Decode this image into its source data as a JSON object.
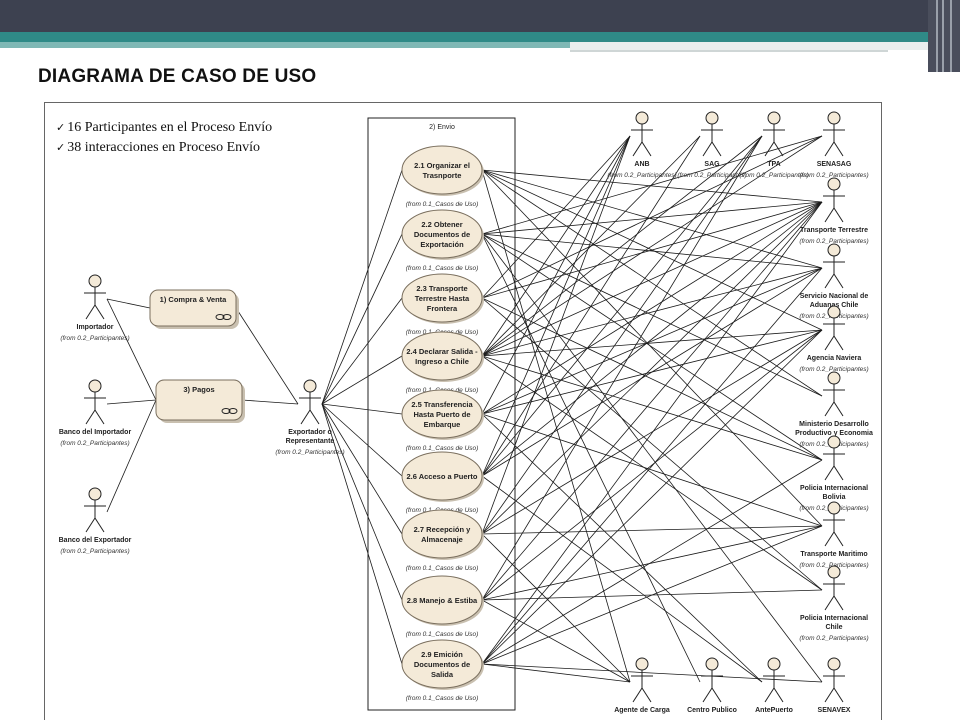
{
  "title": "DIAGRAMA DE CASO DE USO",
  "bullets": [
    "16 Participantes en el Proceso Envío",
    "38 interacciones en Proceso Envío"
  ],
  "boundary_label": "2) Envio",
  "left_usecases": [
    {
      "id": "uc1",
      "label": "1) Compra & Venta"
    },
    {
      "id": "uc3",
      "label": "3) Pagos"
    }
  ],
  "usecases": [
    {
      "id": "e1",
      "lines": [
        "2.1 Organizar el",
        "Trasnporte"
      ],
      "from": "(from 0.1_Casos de Uso)"
    },
    {
      "id": "e2",
      "lines": [
        "2.2 Obtener",
        "Documentos de",
        "Exportación"
      ],
      "from": "(from 0.1_Casos de Uso)"
    },
    {
      "id": "e3",
      "lines": [
        "2.3 Transporte",
        "Terrestre Hasta",
        "Frontera"
      ],
      "from": "(from 0.1_Casos de Uso)"
    },
    {
      "id": "e4",
      "lines": [
        "2.4 Declarar Salida -",
        "Ingreso a Chile"
      ],
      "from": "(from 0.1_Casos de Uso)"
    },
    {
      "id": "e5",
      "lines": [
        "2.5 Transferencia",
        "Hasta Puerto de",
        "Embarque"
      ],
      "from": "(from 0.1_Casos de Uso)"
    },
    {
      "id": "e6",
      "lines": [
        "2.6 Acceso a Puerto"
      ],
      "from": "(from 0.1_Casos de Uso)"
    },
    {
      "id": "e7",
      "lines": [
        "2.7 Recepción y",
        "Almacenaje"
      ],
      "from": "(from 0.1_Casos de Uso)"
    },
    {
      "id": "e8",
      "lines": [
        "2.8 Manejo & Estiba"
      ],
      "from": "(from 0.1_Casos de Uso)"
    },
    {
      "id": "e9",
      "lines": [
        "2.9 Emición",
        "Documentos de",
        "Salida"
      ],
      "from": "(from 0.1_Casos de Uso)"
    }
  ],
  "actors": [
    {
      "id": "imp",
      "lines": [
        "Importador"
      ],
      "from": "(from 0.2_Participantes)"
    },
    {
      "id": "bimp",
      "lines": [
        "Banco del Importador"
      ],
      "from": "(from 0.2_Participantes)"
    },
    {
      "id": "bexp",
      "lines": [
        "Banco del Exportador"
      ],
      "from": "(from 0.2_Participantes)"
    },
    {
      "id": "exp",
      "lines": [
        "Exportador o",
        "Representante"
      ],
      "from": "(from 0.2_Participantes)"
    },
    {
      "id": "anb",
      "lines": [
        "ANB"
      ],
      "from": "(from 0.2_Participantes)"
    },
    {
      "id": "sag",
      "lines": [
        "SAG"
      ],
      "from": "(from 0.2_Participantes)"
    },
    {
      "id": "tpa",
      "lines": [
        "TPA"
      ],
      "from": "(from 0.2_Participantes)"
    },
    {
      "id": "senasag",
      "lines": [
        "SENASAG"
      ],
      "from": "(from 0.2_Participantes)"
    },
    {
      "id": "tt",
      "lines": [
        "Transporte Terrestre"
      ],
      "from": "(from 0.2_Participantes)"
    },
    {
      "id": "sna",
      "lines": [
        "Servicio Nacional de",
        "Aduanas Chile"
      ],
      "from": "(from 0.2_Participantes)"
    },
    {
      "id": "an",
      "lines": [
        "Agencia Naviera"
      ],
      "from": "(from 0.2_Participantes)"
    },
    {
      "id": "mdp",
      "lines": [
        "Ministerio Desarrollo",
        "Productivo y Economia"
      ],
      "from": "(from 0.2_Participantes)"
    },
    {
      "id": "pib",
      "lines": [
        "Policia Internacional",
        "Bolivia"
      ],
      "from": "(from 0.2_Participantes)"
    },
    {
      "id": "tm",
      "lines": [
        "Transporte Maritimo"
      ],
      "from": "(from 0.2_Participantes)"
    },
    {
      "id": "pic",
      "lines": [
        "Policia Internacional",
        "Chile"
      ],
      "from": "(from 0.2_Participantes)"
    },
    {
      "id": "adc",
      "lines": [
        "Agente de Carga"
      ],
      "from": ""
    },
    {
      "id": "cp",
      "lines": [
        "Centro Publico"
      ],
      "from": ""
    },
    {
      "id": "ap",
      "lines": [
        "AntePuerto"
      ],
      "from": ""
    },
    {
      "id": "senavex",
      "lines": [
        "SENAVEX"
      ],
      "from": ""
    }
  ],
  "associations": [
    [
      "imp",
      "uc1"
    ],
    [
      "imp",
      "uc3"
    ],
    [
      "bimp",
      "uc3"
    ],
    [
      "bexp",
      "uc3"
    ],
    [
      "uc1",
      "exp"
    ],
    [
      "uc3",
      "exp"
    ],
    [
      "exp",
      "e1"
    ],
    [
      "exp",
      "e2"
    ],
    [
      "exp",
      "e3"
    ],
    [
      "exp",
      "e4"
    ],
    [
      "exp",
      "e5"
    ],
    [
      "exp",
      "e6"
    ],
    [
      "exp",
      "e7"
    ],
    [
      "exp",
      "e8"
    ],
    [
      "exp",
      "e9"
    ],
    [
      "e1",
      "tt"
    ],
    [
      "e1",
      "an"
    ],
    [
      "e1",
      "tm"
    ],
    [
      "e1",
      "adc"
    ],
    [
      "e1",
      "sna"
    ],
    [
      "e1",
      "mdp"
    ],
    [
      "e2",
      "senasag"
    ],
    [
      "e2",
      "sna"
    ],
    [
      "e2",
      "tt"
    ],
    [
      "e2",
      "pib"
    ],
    [
      "e2",
      "cp"
    ],
    [
      "e2",
      "senavex"
    ],
    [
      "e2",
      "mdp"
    ],
    [
      "e3",
      "tt"
    ],
    [
      "e3",
      "pic"
    ],
    [
      "e3",
      "senasag"
    ],
    [
      "e3",
      "anb"
    ],
    [
      "e3",
      "pib"
    ],
    [
      "e4",
      "anb"
    ],
    [
      "e4",
      "sag"
    ],
    [
      "e4",
      "tpa"
    ],
    [
      "e4",
      "senasag"
    ],
    [
      "e4",
      "tt"
    ],
    [
      "e4",
      "sna"
    ],
    [
      "e4",
      "pib"
    ],
    [
      "e4",
      "pic"
    ],
    [
      "e4",
      "an"
    ],
    [
      "e5",
      "tt"
    ],
    [
      "e5",
      "sna"
    ],
    [
      "e5",
      "an"
    ],
    [
      "e5",
      "ap"
    ],
    [
      "e5",
      "tm"
    ],
    [
      "e5",
      "anb"
    ],
    [
      "e6",
      "anb"
    ],
    [
      "e6",
      "sag"
    ],
    [
      "e6",
      "tpa"
    ],
    [
      "e6",
      "tt"
    ],
    [
      "e6",
      "ap"
    ],
    [
      "e6",
      "sna"
    ],
    [
      "e7",
      "tt"
    ],
    [
      "e7",
      "anb"
    ],
    [
      "e7",
      "tpa"
    ],
    [
      "e7",
      "an"
    ],
    [
      "e7",
      "adc"
    ],
    [
      "e7",
      "tm"
    ],
    [
      "e8",
      "tt"
    ],
    [
      "e8",
      "tm"
    ],
    [
      "e8",
      "an"
    ],
    [
      "e8",
      "pic"
    ],
    [
      "e8",
      "adc"
    ],
    [
      "e8",
      "tpa"
    ],
    [
      "e9",
      "tt"
    ],
    [
      "e9",
      "sna"
    ],
    [
      "e9",
      "pib"
    ],
    [
      "e9",
      "adc"
    ],
    [
      "e9",
      "senavex"
    ],
    [
      "e9",
      "an"
    ],
    [
      "e9",
      "tm"
    ]
  ]
}
